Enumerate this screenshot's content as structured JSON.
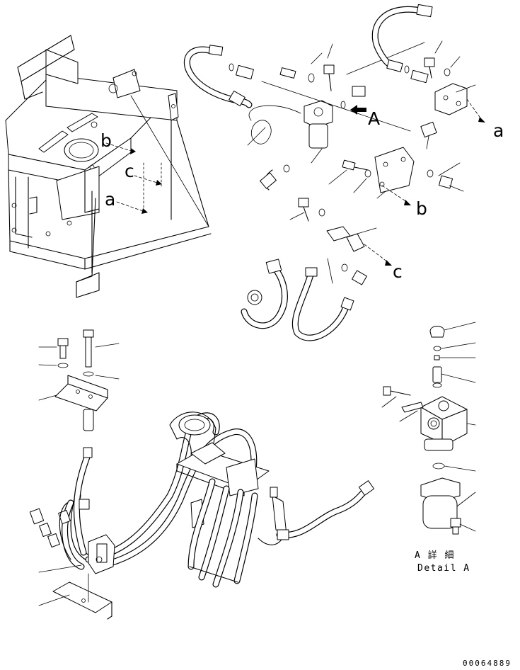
{
  "labels": {
    "ref_a": "a",
    "ref_b": "b",
    "ref_c": "c",
    "view_arrow": "A"
  },
  "detail": {
    "caption_jp": "A 詳 細",
    "caption_en": "Detail A"
  },
  "drawing_number": "00064889"
}
